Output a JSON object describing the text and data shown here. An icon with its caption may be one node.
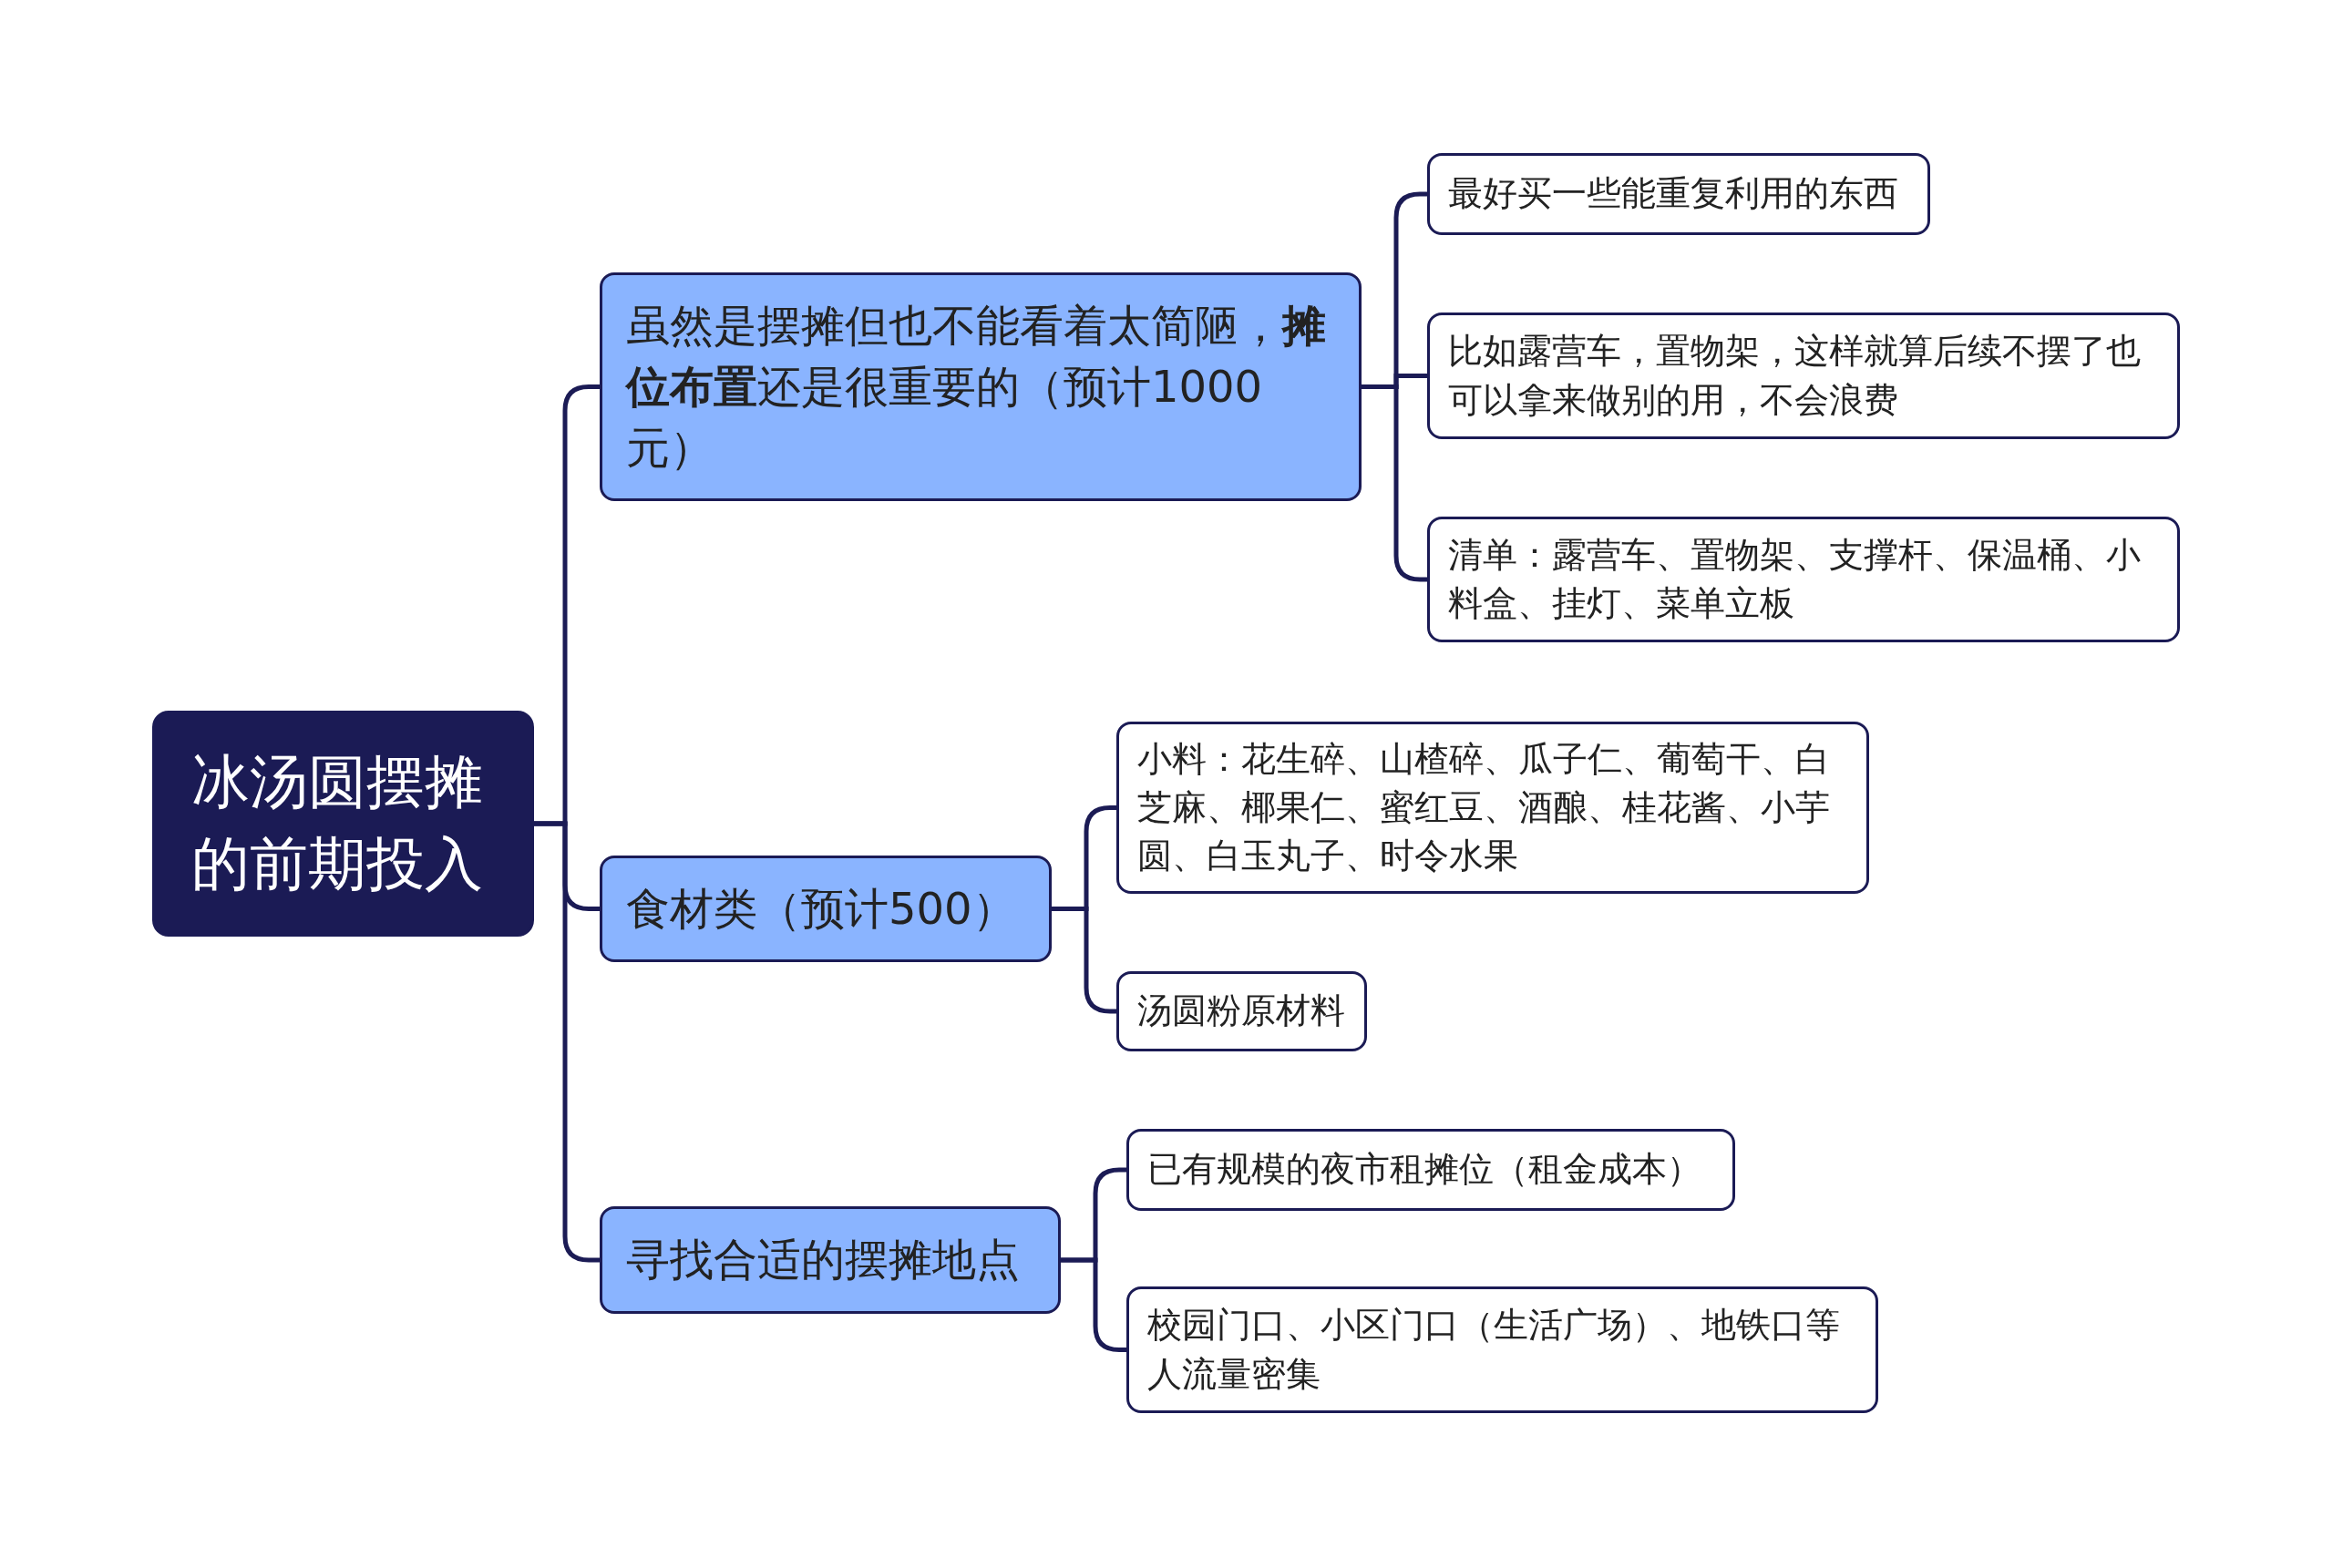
{
  "diagram": {
    "nodes": [
      {
        "text": [
          "冰汤圆摆摊的前期投入"
        ]
      },
      {
        "text": [
          "虽然是摆摊但也不能看着太简陋，**摊位布置**还是很重要的（预计1000元）"
        ]
      },
      {
        "text": [
          "食材类（预计500）"
        ]
      },
      {
        "text": [
          "寻找合适的摆摊地点"
        ]
      },
      {
        "text": [
          "最好买一些能重复利用的东西"
        ]
      },
      {
        "text": [
          "比如露营车，置物架，这样就算后续不摆了也可以拿来做别的用，不会浪费"
        ]
      },
      {
        "text": [
          "清单：露营车、置物架、支撑杆、保温桶、小料盒、挂灯、菜单立板"
        ]
      },
      {
        "text": [
          "小料：花生碎、山楂碎、瓜子仁、葡萄干、白芝麻、椰果仁、蜜红豆、酒酿、桂花酱、小芋圆、白玉丸子、时令水果"
        ]
      },
      {
        "text": [
          "汤圆粉原材料"
        ]
      },
      {
        "text": [
          "已有规模的夜市租摊位（租金成本）"
        ]
      },
      {
        "text": [
          "校园门口、小区门口（生活广场）、地铁口等人流量密集"
        ]
      }
    ],
    "edges": [
      {
        "from": 0,
        "to": 1,
        "arrow": "none"
      },
      {
        "from": 0,
        "to": 2,
        "arrow": "none"
      },
      {
        "from": 0,
        "to": 3,
        "arrow": "none"
      },
      {
        "from": 1,
        "to": 4,
        "arrow": "none"
      },
      {
        "from": 1,
        "to": 5,
        "arrow": "none"
      },
      {
        "from": 1,
        "to": 6,
        "arrow": "none"
      },
      {
        "from": 2,
        "to": 7,
        "arrow": "none"
      },
      {
        "from": 2,
        "to": 8,
        "arrow": "none"
      },
      {
        "from": 3,
        "to": 9,
        "arrow": "none"
      },
      {
        "from": 3,
        "to": 10,
        "arrow": "none"
      }
    ]
  }
}
